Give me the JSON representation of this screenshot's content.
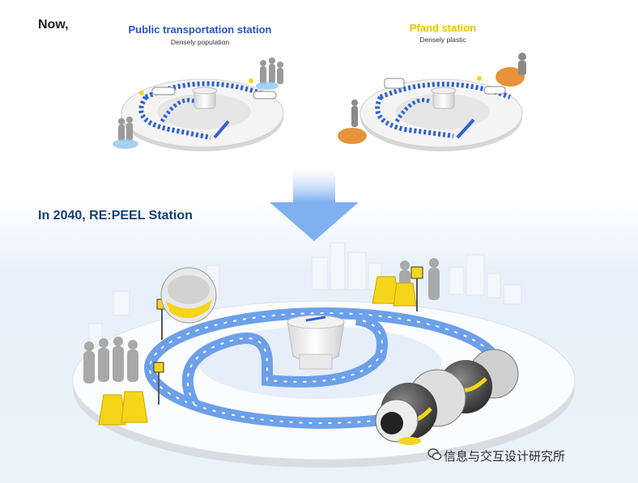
{
  "header": {
    "now_label": "Now,"
  },
  "stations": {
    "public": {
      "title": "Public transportation station",
      "subtitle": "Densely population"
    },
    "pfand": {
      "title": "Pfand station",
      "subtitle": "Densely plastic"
    }
  },
  "future": {
    "title": "In 2040, RE:PEEL Station"
  },
  "watermark": {
    "text": "信息与交互设计研究所",
    "icon": "wechat-icon"
  },
  "colors": {
    "public_title": "#2a52c9",
    "pfand_title": "#f0c000",
    "future_title": "#16407a",
    "track_blue": "#2f5fd6",
    "accent_yellow": "#f5d51a",
    "plastic_orange": "#e8923a",
    "arrow_blue": "#7fb0f2"
  }
}
